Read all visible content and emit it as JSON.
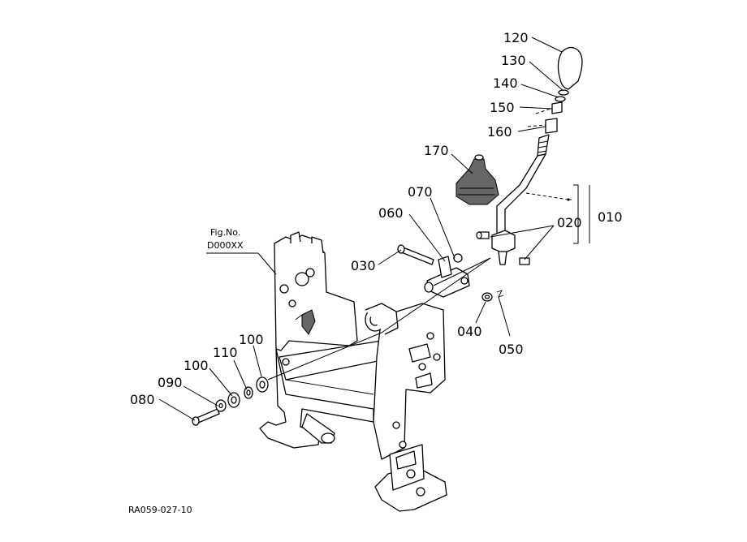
{
  "callouts": {
    "c010": "010",
    "c020": "020",
    "c030": "030",
    "c040": "040",
    "c050": "050",
    "c060": "060",
    "c070": "070",
    "c080": "080",
    "c090": "090",
    "c100a": "100",
    "c100b": "100",
    "c110": "110",
    "c120": "120",
    "c130": "130",
    "c140": "140",
    "c150": "150",
    "c160": "160",
    "c170": "170"
  },
  "figure_ref": {
    "line1": "Fig.No.",
    "line2": "D000XX"
  },
  "drawing_code": "RA059-027-10"
}
